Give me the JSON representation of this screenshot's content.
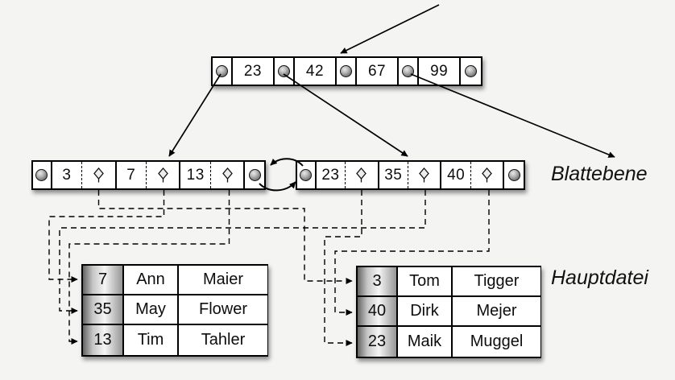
{
  "diagram": {
    "title_hint": "B+-tree index with leaf level and main file",
    "labels": {
      "leaf_level": "Blattebene",
      "main_file": "Hauptdatei"
    },
    "root_node": {
      "keys": [
        "23",
        "42",
        "67",
        "99"
      ]
    },
    "leaf_nodes": [
      {
        "id": "left",
        "keys": [
          "3",
          "7",
          "13"
        ]
      },
      {
        "id": "right",
        "keys": [
          "23",
          "35",
          "40"
        ]
      }
    ],
    "main_file_tables": [
      {
        "id": "left",
        "rows": [
          {
            "key": "7",
            "first_name": "Ann",
            "last_name": "Maier"
          },
          {
            "key": "35",
            "first_name": "May",
            "last_name": "Flower"
          },
          {
            "key": "13",
            "first_name": "Tim",
            "last_name": "Tahler"
          }
        ]
      },
      {
        "id": "right",
        "rows": [
          {
            "key": "3",
            "first_name": "Tom",
            "last_name": "Tigger"
          },
          {
            "key": "40",
            "first_name": "Dirk",
            "last_name": "Mejer"
          },
          {
            "key": "23",
            "first_name": "Maik",
            "last_name": "Muggel"
          }
        ]
      }
    ],
    "icons": {
      "node_pointer": "sphere-circle",
      "record_pointer": "diamond-pin"
    },
    "colors": {
      "background": "#f4f4f3",
      "box_fill": "#ffffff",
      "line": "#000000",
      "key_column_gradient": [
        "#646464",
        "#f5f5f5",
        "#969696"
      ]
    }
  }
}
